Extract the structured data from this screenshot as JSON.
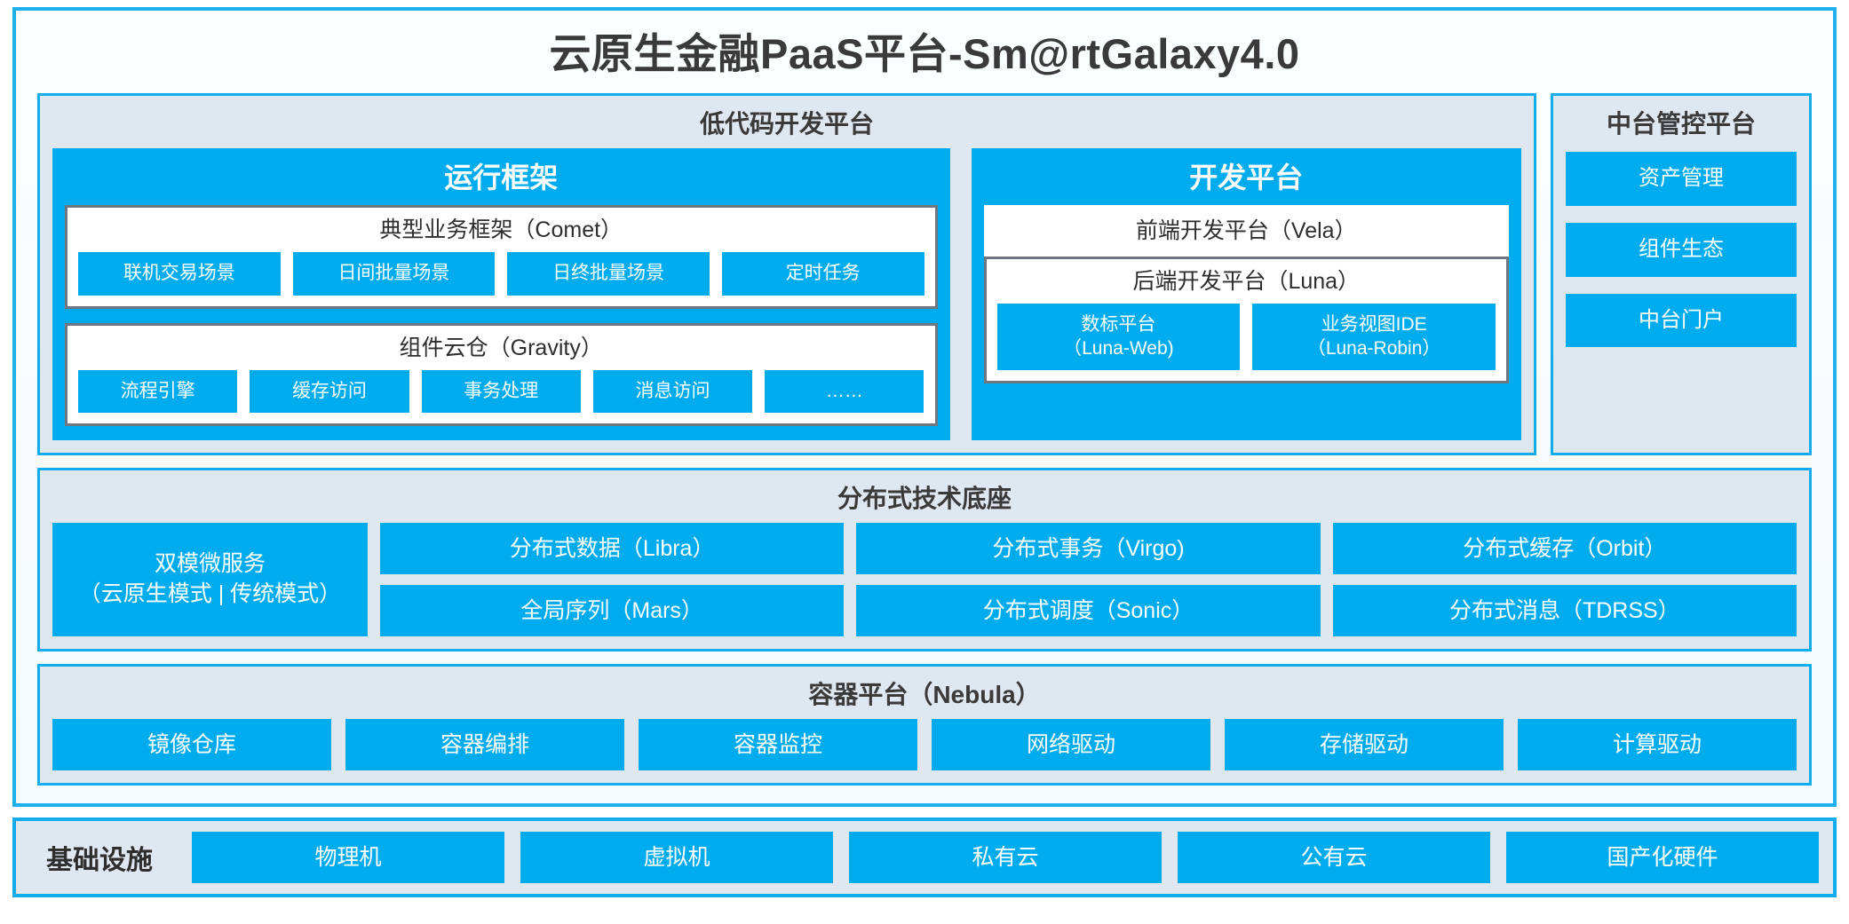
{
  "title": "云原生金融PaaS平台-Sm@rtGalaxy4.0",
  "colors": {
    "accent_blue": "#00ACEE",
    "border_blue": "#13ACEE",
    "panel_bg": "#DFE7F1",
    "box_border_gray": "#6E7680",
    "text_dark": "#3A3A3A"
  },
  "lowcode": {
    "title": "低代码开发平台",
    "runtime": {
      "title": "运行框架",
      "comet": {
        "title": "典型业务框架（Comet）",
        "items": [
          {
            "label": "联机交易场景"
          },
          {
            "label": "日间批量场景"
          },
          {
            "label": "日终批量场景"
          },
          {
            "label": "定时任务"
          }
        ]
      },
      "gravity": {
        "title": "组件云仓（Gravity）",
        "items": [
          {
            "label": "流程引擎"
          },
          {
            "label": "缓存访问"
          },
          {
            "label": "事务处理"
          },
          {
            "label": "消息访问"
          },
          {
            "label": "……"
          }
        ]
      }
    },
    "devplatform": {
      "title": "开发平台",
      "frontend": {
        "label": "前端开发平台（Vela）"
      },
      "backend": {
        "title": "后端开发平台（Luna）",
        "items": [
          {
            "label": "数标平台",
            "sub": "（Luna-Web)"
          },
          {
            "label": "业务视图IDE",
            "sub": "（Luna-Robin）"
          }
        ]
      }
    }
  },
  "midplatform": {
    "title": "中台管控平台",
    "items": [
      {
        "label": "资产管理"
      },
      {
        "label": "组件生态"
      },
      {
        "label": "中台门户"
      }
    ]
  },
  "techbase": {
    "title": "分布式技术底座",
    "microservice": {
      "line1": "双模微服务",
      "line2": "（云原生模式 | 传统模式）"
    },
    "columns": [
      {
        "items": [
          {
            "label": "分布式数据（Libra）"
          },
          {
            "label": "全局序列（Mars）"
          }
        ]
      },
      {
        "items": [
          {
            "label": "分布式事务（Virgo)"
          },
          {
            "label": "分布式调度（Sonic）"
          }
        ]
      },
      {
        "items": [
          {
            "label": "分布式缓存（Orbit）"
          },
          {
            "label": "分布式消息（TDRSS）"
          }
        ]
      }
    ]
  },
  "container": {
    "title": "容器平台（Nebula）",
    "items": [
      {
        "label": "镜像仓库"
      },
      {
        "label": "容器编排"
      },
      {
        "label": "容器监控"
      },
      {
        "label": "网络驱动"
      },
      {
        "label": "存储驱动"
      },
      {
        "label": "计算驱动"
      }
    ]
  },
  "infrastructure": {
    "label": "基础设施",
    "items": [
      {
        "label": "物理机"
      },
      {
        "label": "虚拟机"
      },
      {
        "label": "私有云"
      },
      {
        "label": "公有云"
      },
      {
        "label": "国产化硬件"
      }
    ]
  }
}
